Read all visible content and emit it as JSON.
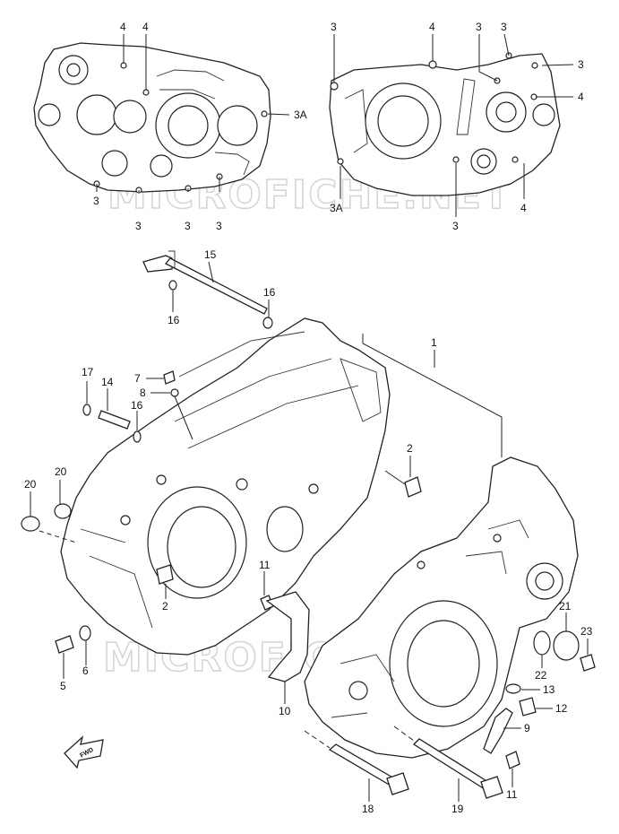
{
  "watermark": "MICROFICHE.NET",
  "fwd_label": "FWD",
  "callouts": {
    "top_left": [
      "4",
      "4",
      "3A",
      "3",
      "3",
      "3",
      "3"
    ],
    "top_right": [
      "3",
      "4",
      "3",
      "3",
      "3",
      "4",
      "3A",
      "3",
      "4"
    ],
    "main": [
      "15",
      "16",
      "16",
      "1",
      "17",
      "14",
      "16",
      "7",
      "8",
      "2",
      "20",
      "20",
      "11",
      "2",
      "5",
      "6",
      "10",
      "21",
      "23",
      "22",
      "13",
      "12",
      "9",
      "11",
      "18",
      "19"
    ]
  }
}
